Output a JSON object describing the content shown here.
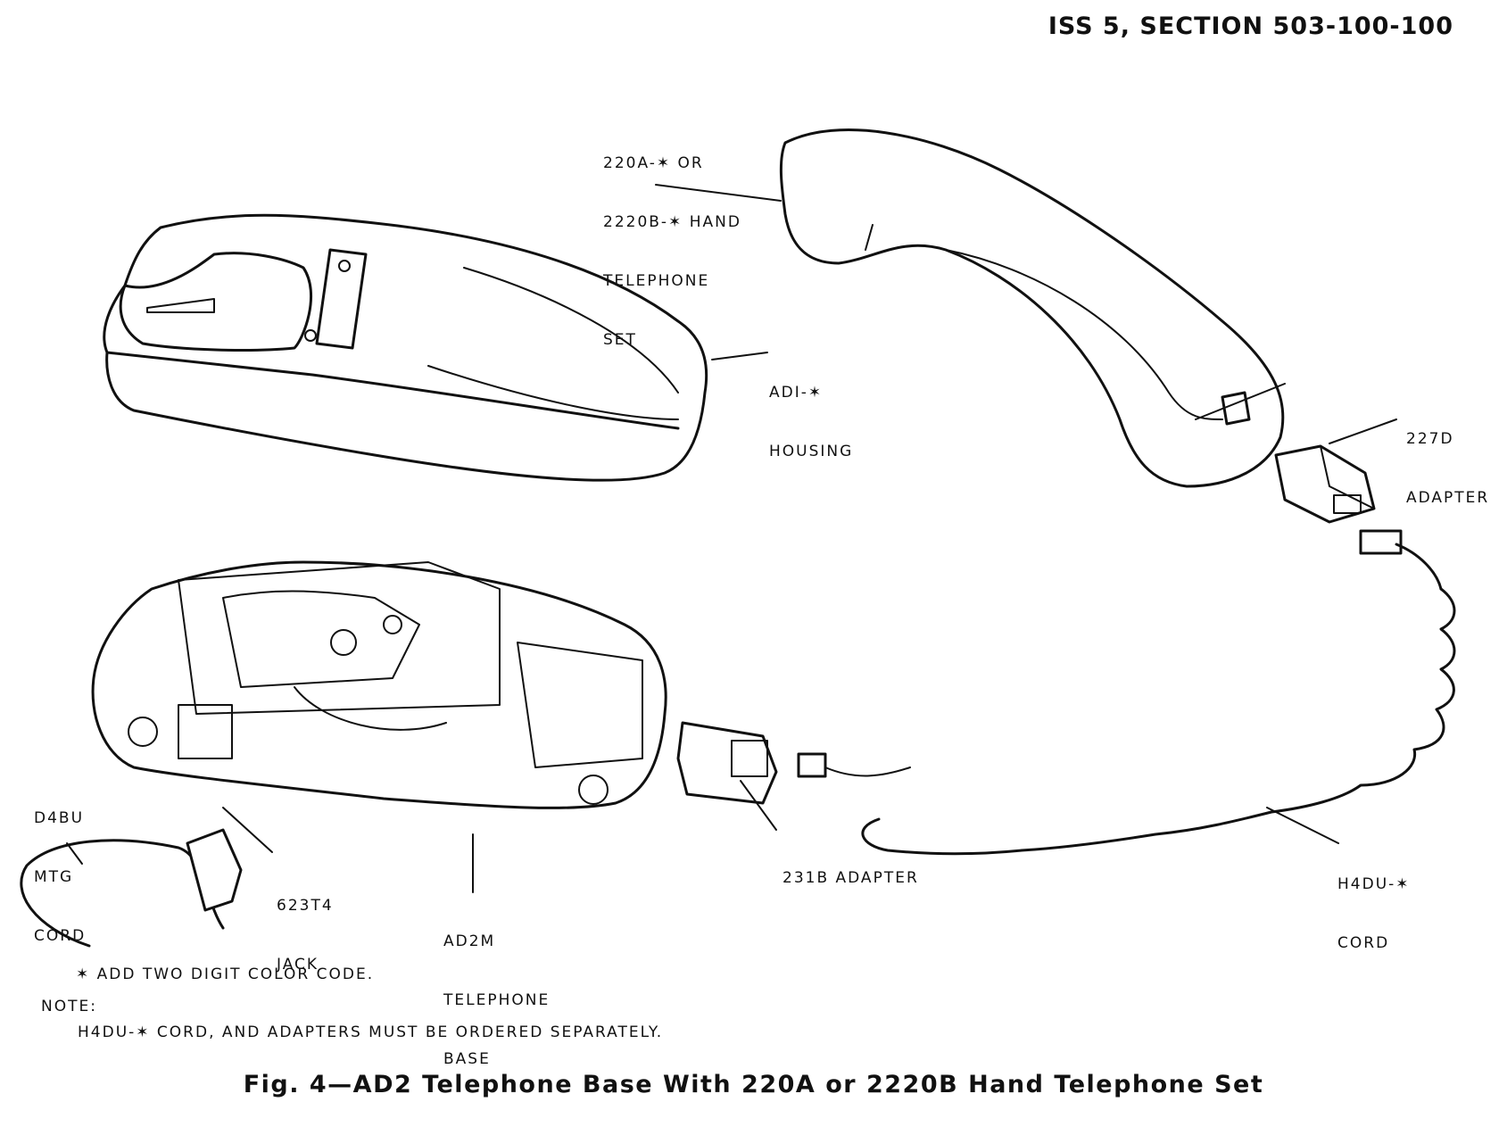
{
  "header": "ISS 5, SECTION 503-100-100",
  "labels": {
    "handset": [
      "220A-✶ OR",
      "2220B-✶ HAND",
      "TELEPHONE",
      "SET"
    ],
    "housing": [
      "ADI-✶",
      "HOUSING"
    ],
    "adapter227": [
      "227D",
      "ADAPTER"
    ],
    "mtgcord": [
      "D4BU",
      "MTG",
      "CORD"
    ],
    "jack": [
      "623T4",
      "JACK"
    ],
    "base": [
      "AD2M",
      "TELEPHONE",
      "BASE"
    ],
    "adapter231": "231B ADAPTER",
    "h4du": [
      "H4DU-✶",
      "CORD"
    ]
  },
  "footnote": "✶ ADD TWO DIGIT COLOR CODE.",
  "note_label": "NOTE:",
  "note_text": "H4DU-✶ CORD, AND ADAPTERS MUST BE ORDERED SEPARATELY.",
  "caption": "Fig. 4—AD2 Telephone Base With 220A or 2220B Hand Telephone Set"
}
